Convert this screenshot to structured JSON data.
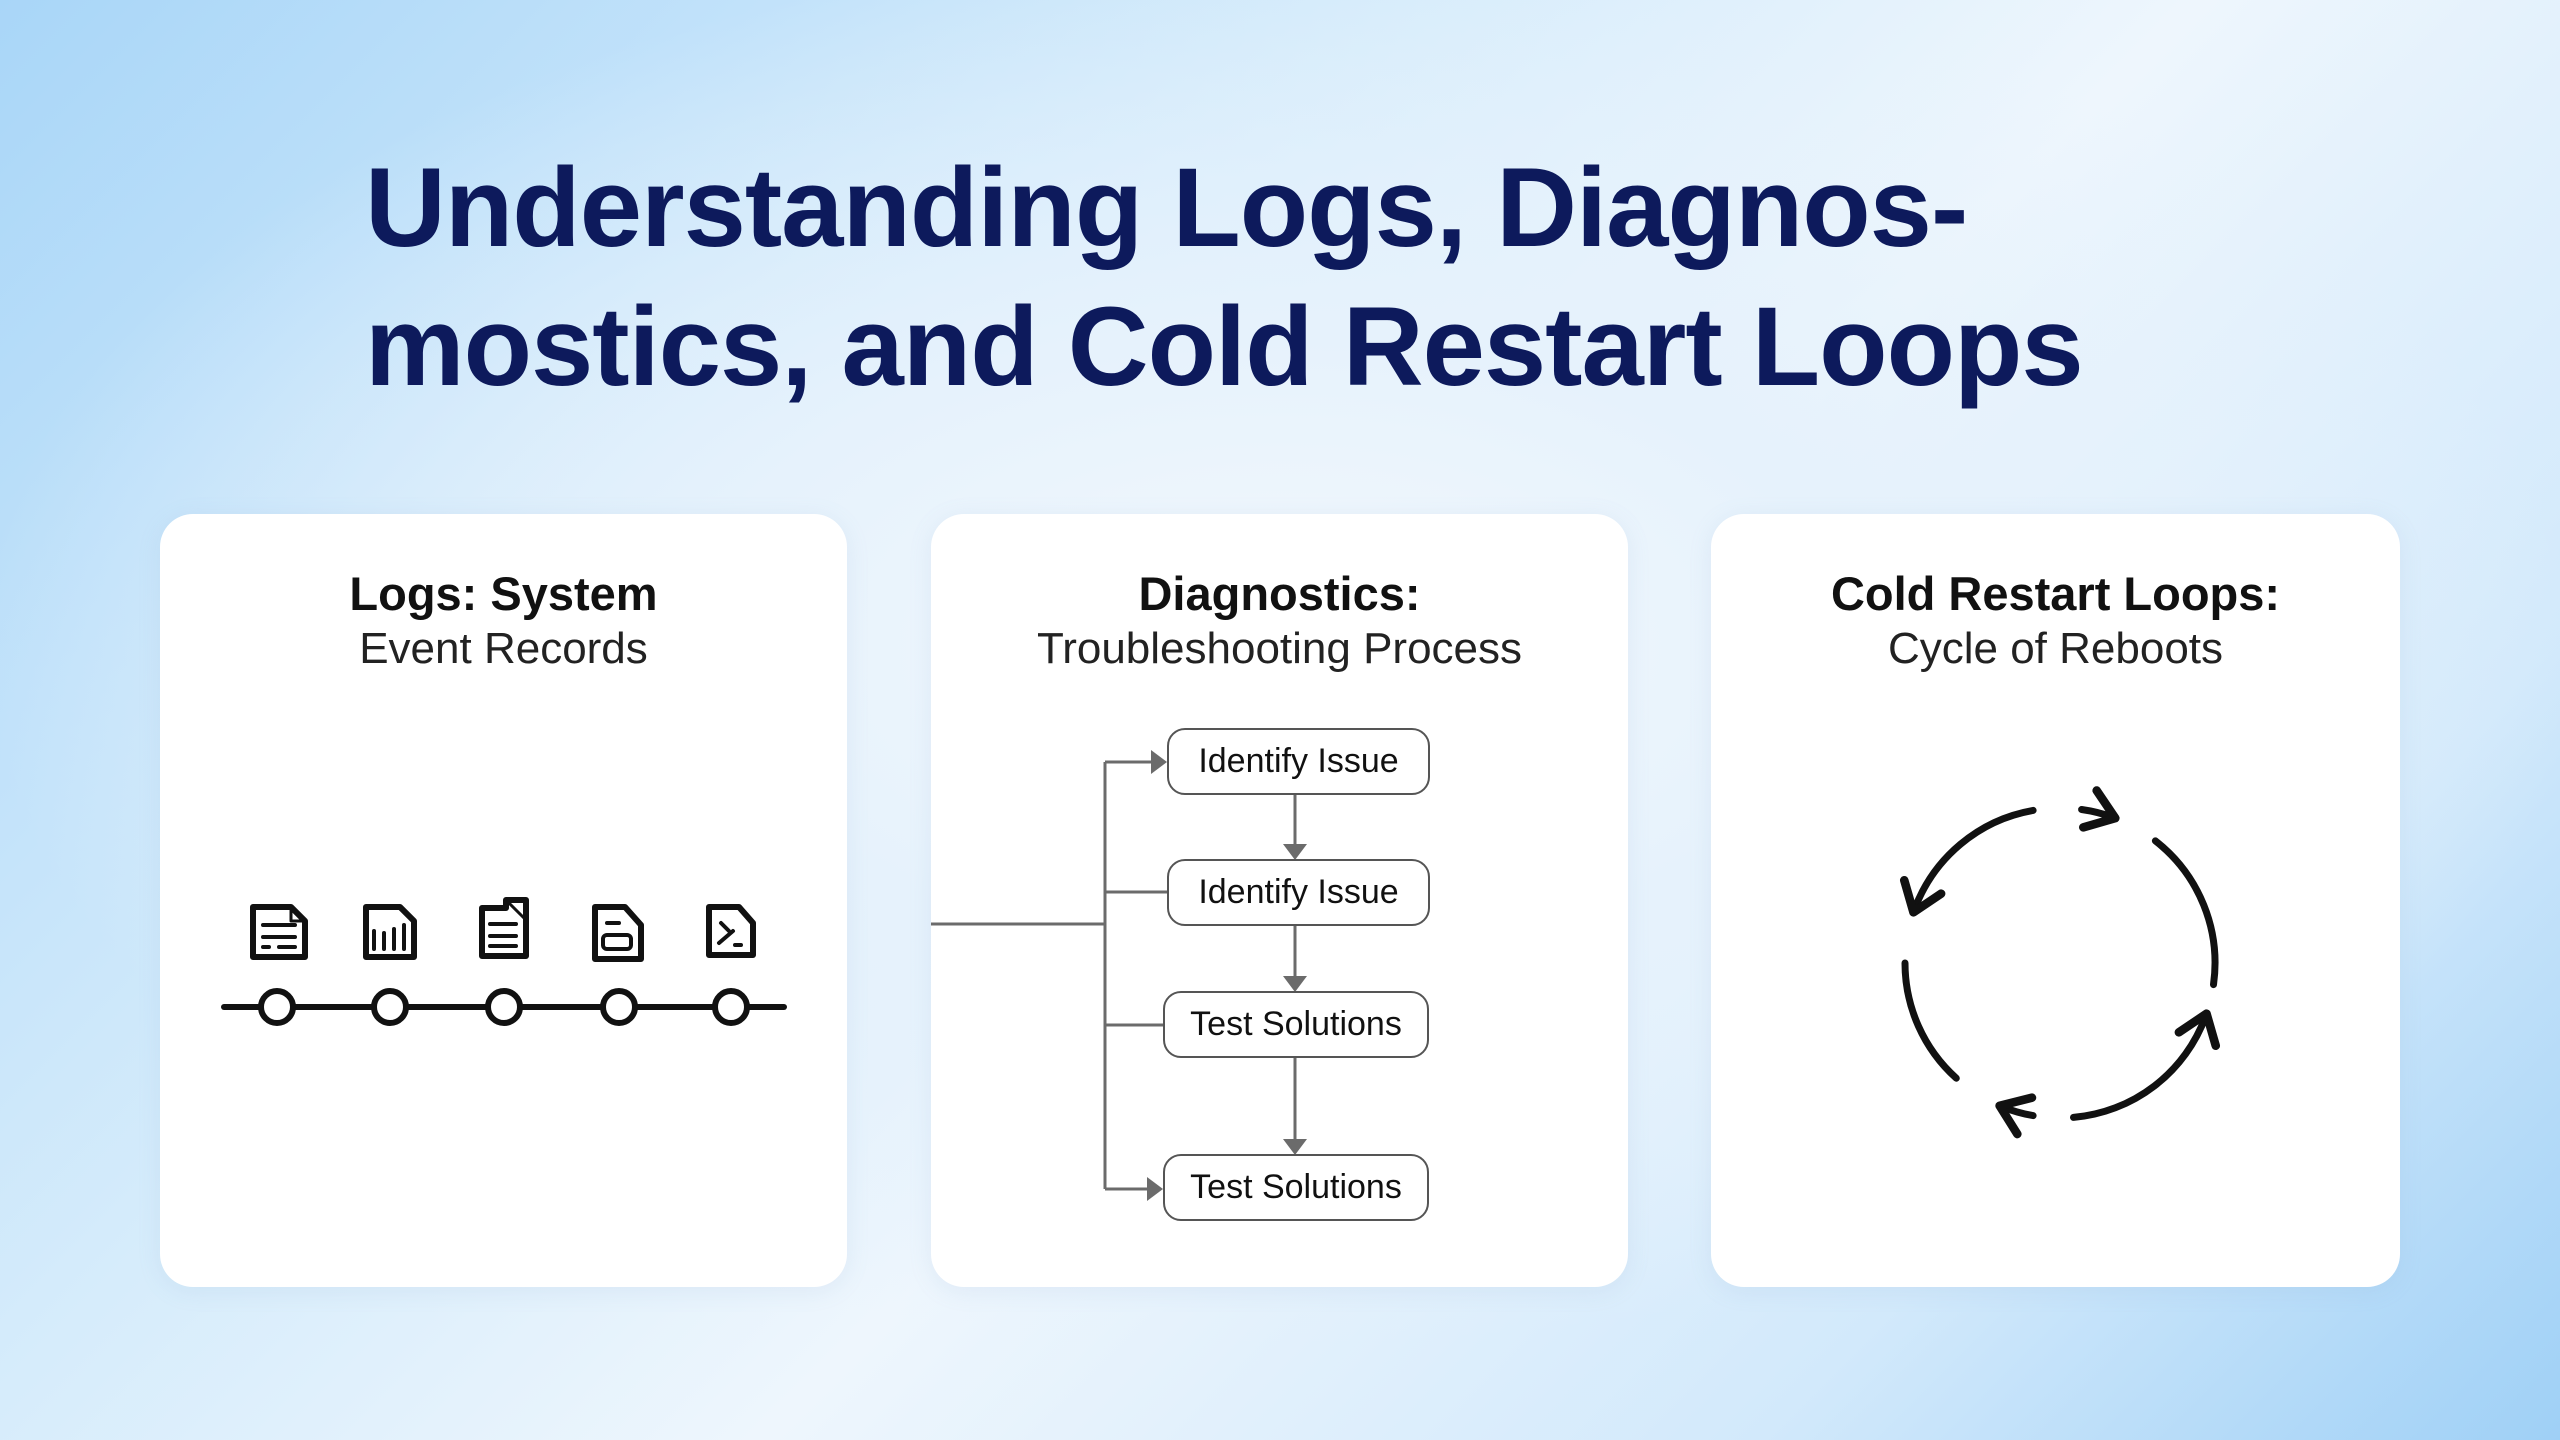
{
  "title": {
    "line1": "Understanding Logs, Diagnos-",
    "line2": "mostics, and Cold Restart Loops"
  },
  "cards": [
    {
      "title": "Logs: System",
      "subtitle": "Event Records",
      "icons": [
        "log-file-icon",
        "chart-file-icon",
        "text-file-icon",
        "storage-file-icon",
        "script-file-icon"
      ]
    },
    {
      "title": "Diagnostics:",
      "subtitle": "Troubleshooting Process",
      "steps": [
        "Identify Issue",
        "Identify Issue",
        "Test Solutions",
        "Test Solutions"
      ]
    },
    {
      "title": "Cold Restart Loops:",
      "subtitle": "Cycle of Reboots",
      "icon": "cycle-arrows-icon"
    }
  ],
  "colors": {
    "title": "#0d1a5c",
    "connector": "#6b6b6b"
  }
}
